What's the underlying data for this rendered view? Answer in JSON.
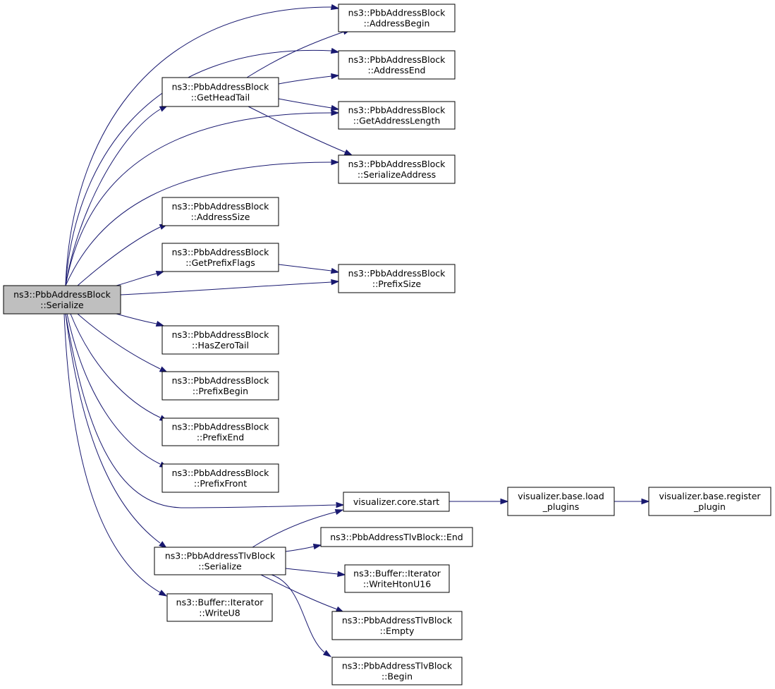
{
  "nodes": [
    {
      "id": "root",
      "lines": [
        "ns3::PbbAddressBlock",
        "::Serialize"
      ],
      "kind": "focus"
    },
    {
      "id": "addressBegin",
      "lines": [
        "ns3::PbbAddressBlock",
        "::AddressBegin"
      ]
    },
    {
      "id": "addressEnd",
      "lines": [
        "ns3::PbbAddressBlock",
        "::AddressEnd"
      ]
    },
    {
      "id": "getHeadTail",
      "lines": [
        "ns3::PbbAddressBlock",
        "::GetHeadTail"
      ]
    },
    {
      "id": "getAddressLength",
      "lines": [
        "ns3::PbbAddressBlock",
        "::GetAddressLength"
      ]
    },
    {
      "id": "serializeAddress",
      "lines": [
        "ns3::PbbAddressBlock",
        "::SerializeAddress"
      ]
    },
    {
      "id": "addressSize",
      "lines": [
        "ns3::PbbAddressBlock",
        "::AddressSize"
      ]
    },
    {
      "id": "getPrefixFlags",
      "lines": [
        "ns3::PbbAddressBlock",
        "::GetPrefixFlags"
      ]
    },
    {
      "id": "prefixSize",
      "lines": [
        "ns3::PbbAddressBlock",
        "::PrefixSize"
      ]
    },
    {
      "id": "hasZeroTail",
      "lines": [
        "ns3::PbbAddressBlock",
        "::HasZeroTail"
      ]
    },
    {
      "id": "prefixBegin",
      "lines": [
        "ns3::PbbAddressBlock",
        "::PrefixBegin"
      ]
    },
    {
      "id": "prefixEnd",
      "lines": [
        "ns3::PbbAddressBlock",
        "::PrefixEnd"
      ]
    },
    {
      "id": "prefixFront",
      "lines": [
        "ns3::PbbAddressBlock",
        "::PrefixFront"
      ]
    },
    {
      "id": "coreStart",
      "lines": [
        "visualizer.core.start"
      ]
    },
    {
      "id": "loadPlugins",
      "lines": [
        "visualizer.base.load",
        "_plugins"
      ]
    },
    {
      "id": "registerPlugin",
      "lines": [
        "visualizer.base.register",
        "_plugin"
      ]
    },
    {
      "id": "tlvSerialize",
      "lines": [
        "ns3::PbbAddressTlvBlock",
        "::Serialize"
      ]
    },
    {
      "id": "tlvEnd",
      "lines": [
        "ns3::PbbAddressTlvBlock::End"
      ]
    },
    {
      "id": "writeHtonU16",
      "lines": [
        "ns3::Buffer::Iterator",
        "::WriteHtonU16"
      ]
    },
    {
      "id": "tlvEmpty",
      "lines": [
        "ns3::PbbAddressTlvBlock",
        "::Empty"
      ]
    },
    {
      "id": "writeU8",
      "lines": [
        "ns3::Buffer::Iterator",
        "::WriteU8"
      ]
    },
    {
      "id": "tlvBegin",
      "lines": [
        "ns3::PbbAddressTlvBlock",
        "::Begin"
      ]
    }
  ],
  "edges": [
    {
      "from": "root",
      "to": "addressBegin"
    },
    {
      "from": "root",
      "to": "addressEnd"
    },
    {
      "from": "root",
      "to": "getHeadTail"
    },
    {
      "from": "root",
      "to": "getAddressLength"
    },
    {
      "from": "root",
      "to": "serializeAddress"
    },
    {
      "from": "root",
      "to": "addressSize"
    },
    {
      "from": "root",
      "to": "getPrefixFlags"
    },
    {
      "from": "root",
      "to": "prefixSize"
    },
    {
      "from": "root",
      "to": "hasZeroTail"
    },
    {
      "from": "root",
      "to": "prefixBegin"
    },
    {
      "from": "root",
      "to": "prefixEnd"
    },
    {
      "from": "root",
      "to": "prefixFront"
    },
    {
      "from": "root",
      "to": "coreStart"
    },
    {
      "from": "root",
      "to": "tlvSerialize"
    },
    {
      "from": "root",
      "to": "writeU8"
    },
    {
      "from": "getHeadTail",
      "to": "addressBegin"
    },
    {
      "from": "getHeadTail",
      "to": "addressEnd"
    },
    {
      "from": "getHeadTail",
      "to": "getAddressLength"
    },
    {
      "from": "getHeadTail",
      "to": "serializeAddress"
    },
    {
      "from": "getPrefixFlags",
      "to": "prefixSize"
    },
    {
      "from": "coreStart",
      "to": "loadPlugins"
    },
    {
      "from": "loadPlugins",
      "to": "registerPlugin"
    },
    {
      "from": "tlvSerialize",
      "to": "coreStart"
    },
    {
      "from": "tlvSerialize",
      "to": "tlvEnd"
    },
    {
      "from": "tlvSerialize",
      "to": "writeHtonU16"
    },
    {
      "from": "tlvSerialize",
      "to": "tlvEmpty"
    },
    {
      "from": "tlvSerialize",
      "to": "tlvBegin"
    }
  ]
}
